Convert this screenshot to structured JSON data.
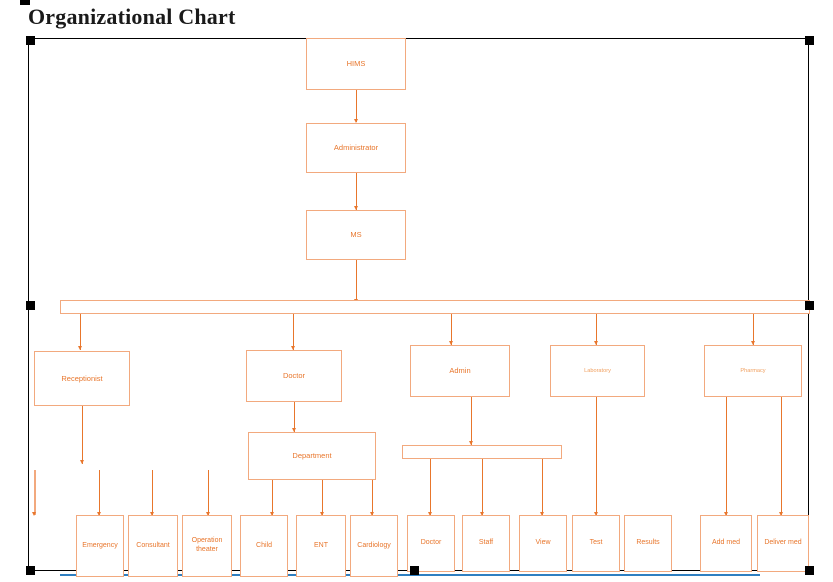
{
  "page": {
    "title": "Organizational Chart"
  },
  "colors": {
    "node_border": "#F2A97E",
    "node_text": "#E8762C",
    "connector": "#E8762C",
    "frame": "#000000",
    "rule": "#2F7FC1",
    "background": "#FFFFFF"
  },
  "chart_data": {
    "type": "diagram",
    "title": "Organizational Chart",
    "orientation": "top-down",
    "levels": [
      {
        "level": 0,
        "nodes": [
          "HIMS"
        ]
      },
      {
        "level": 1,
        "nodes": [
          "Administrator"
        ]
      },
      {
        "level": 2,
        "nodes": [
          "MS"
        ]
      },
      {
        "level": 3,
        "nodes": [
          "Receptionist",
          "Doctor",
          "Admin",
          "Laboratory",
          "Pharmacy"
        ]
      },
      {
        "level": 4,
        "nodes": [
          "Department"
        ]
      },
      {
        "level": 5,
        "nodes": [
          "Emergency",
          "Consultant",
          "Operation theater",
          "Child",
          "ENT",
          "Cardiology",
          "Doctor",
          "Staff",
          "View",
          "Test",
          "Results",
          "Add med",
          "Deliver med"
        ]
      }
    ],
    "edges": [
      [
        "HIMS",
        "Administrator"
      ],
      [
        "Administrator",
        "MS"
      ],
      [
        "MS",
        "distribution-bar-1"
      ],
      [
        "distribution-bar-1",
        "Receptionist"
      ],
      [
        "distribution-bar-1",
        "Doctor"
      ],
      [
        "distribution-bar-1",
        "Admin"
      ],
      [
        "distribution-bar-1",
        "Laboratory"
      ],
      [
        "distribution-bar-1",
        "Pharmacy"
      ],
      [
        "Receptionist",
        "Emergency"
      ],
      [
        "Doctor",
        "Department"
      ],
      [
        "Department",
        "Child"
      ],
      [
        "Department",
        "ENT"
      ],
      [
        "Department",
        "Cardiology"
      ],
      [
        "Admin",
        "distribution-bar-2"
      ],
      [
        "distribution-bar-2",
        "Doctor(admin)"
      ],
      [
        "distribution-bar-2",
        "Staff"
      ],
      [
        "distribution-bar-2",
        "View"
      ],
      [
        "Laboratory",
        "Test"
      ],
      [
        "Pharmacy",
        "Add med"
      ],
      [
        "Pharmacy",
        "Deliver med"
      ]
    ]
  },
  "nodes": {
    "hims": "HIMS",
    "administrator": "Administrator",
    "ms": "MS",
    "receptionist": "Receptionist",
    "doctor": "Doctor",
    "admin": "Admin",
    "laboratory": "Laboratory",
    "pharmacy": "Pharmacy",
    "department": "Department",
    "emergency": "Emergency",
    "consultant": "Consultant",
    "operation_theater": "Operation theater",
    "child": "Child",
    "ent": "ENT",
    "cardiology": "Cardiology",
    "admin_doctor": "Doctor",
    "staff": "Staff",
    "view": "View",
    "test": "Test",
    "results": "Results",
    "add_med": "Add med",
    "deliver_med": "Deliver med"
  }
}
